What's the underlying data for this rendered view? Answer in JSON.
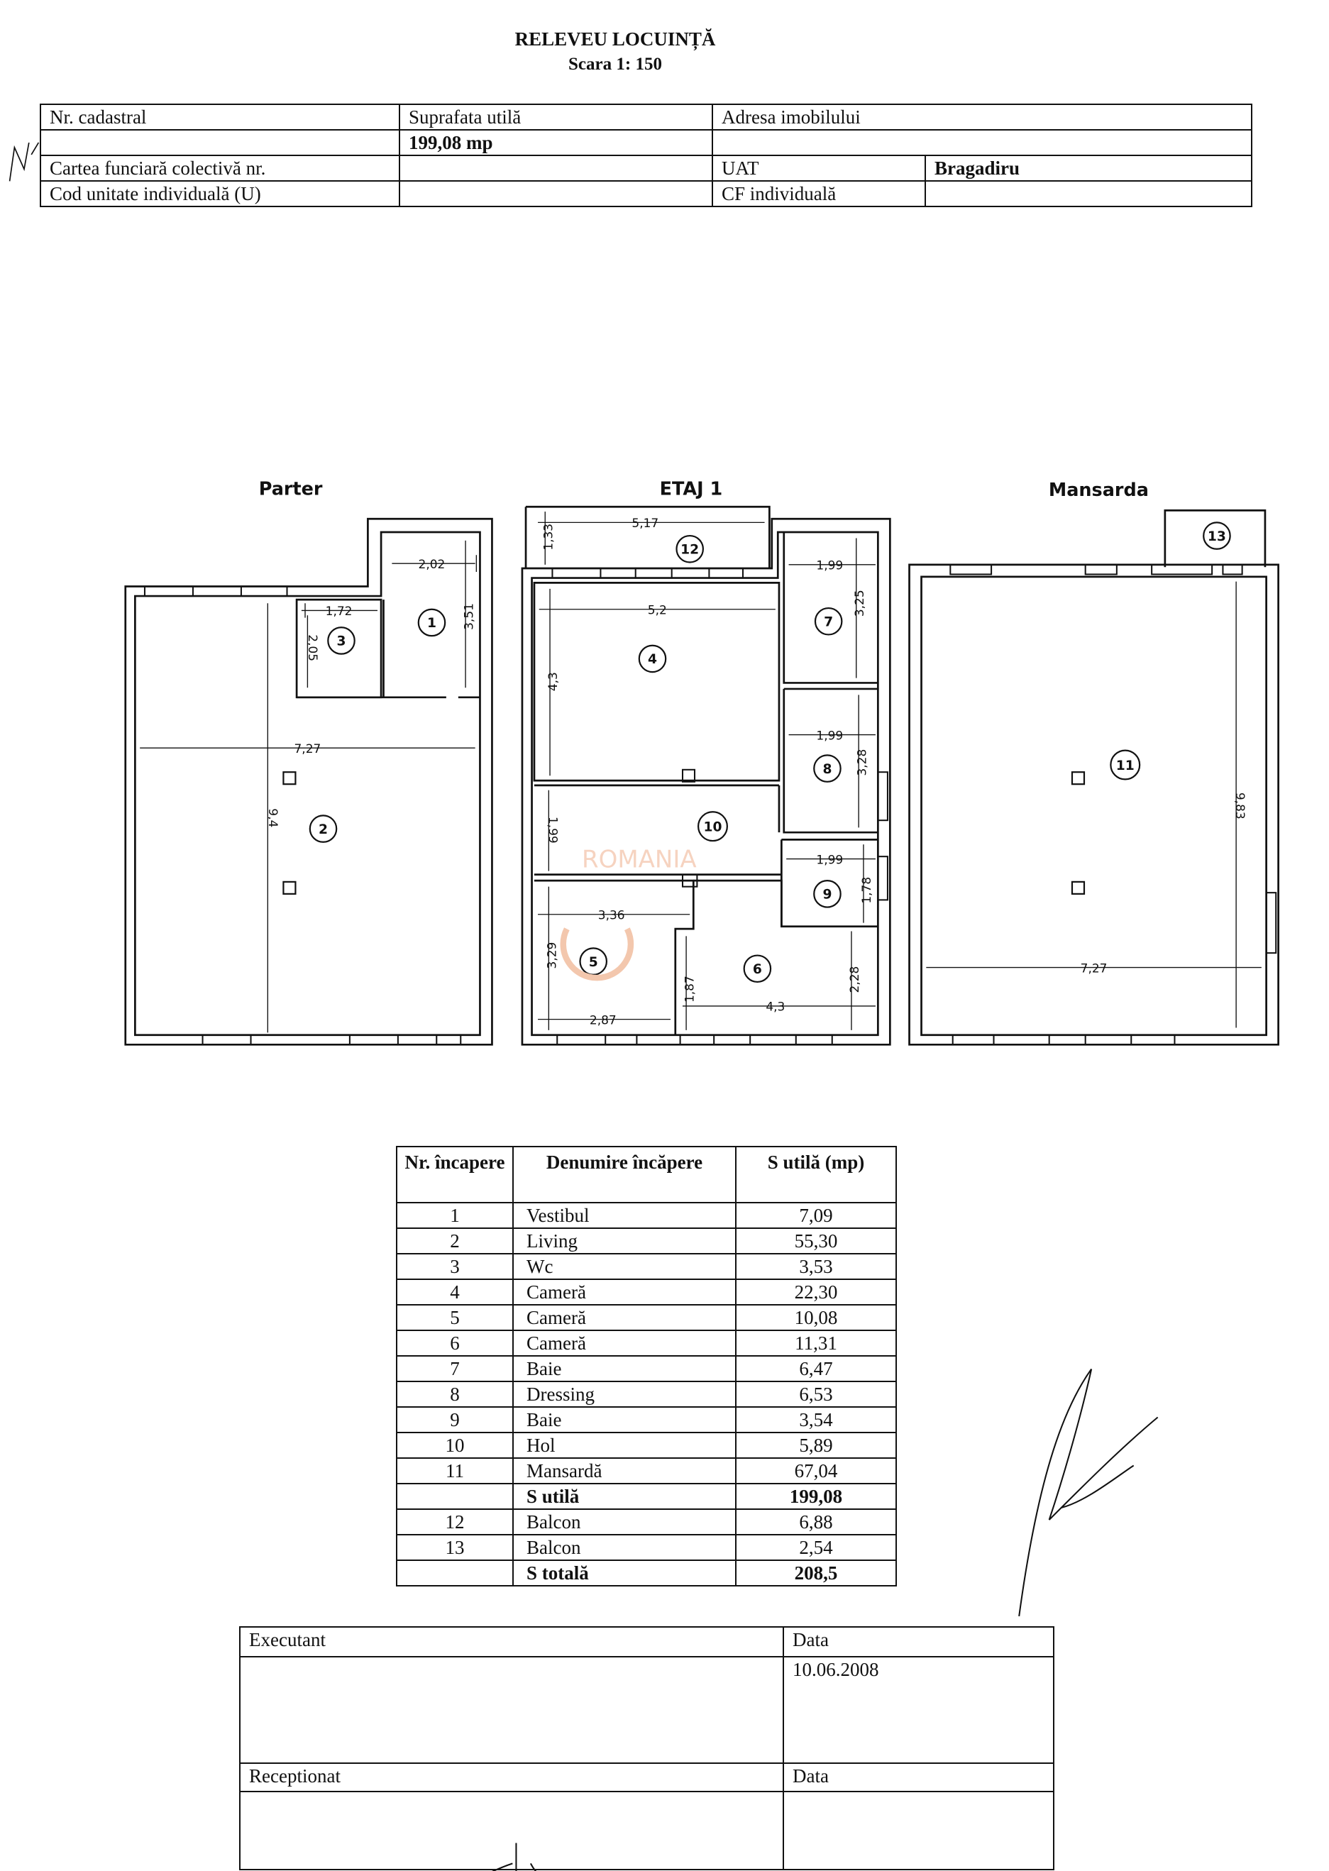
{
  "header": {
    "title": "RELEVEU LOCUINȚĂ",
    "scale": "Scara 1: 150"
  },
  "info": {
    "nr_cadastral_label": "Nr. cadastral",
    "suprafata_label": "Suprafata utilă",
    "suprafata_value": "199,08 mp",
    "adresa_label": "Adresa imobilului",
    "carte_label": "Cartea funciară colectivă nr.",
    "uat_label": "UAT",
    "uat_value": "Bragadiru",
    "cod_label": "Cod unitate individuală (U)",
    "cf_label": "CF individuală"
  },
  "plans": {
    "parter": {
      "title": "Parter",
      "rooms": [
        "1",
        "2",
        "3"
      ],
      "dims": [
        "2,02",
        "3,51",
        "1,72",
        "2,05",
        "7,27",
        "9,4"
      ]
    },
    "etaj1": {
      "title": "ETAJ 1",
      "rooms": [
        "12",
        "4",
        "7",
        "8",
        "10",
        "9",
        "5",
        "6"
      ],
      "dims": [
        "5,17",
        "1,33",
        "5,2",
        "4,3",
        "1,99",
        "3,25",
        "1,99",
        "3,28",
        "1,99",
        "1,99",
        "1,78",
        "3,36",
        "3,29",
        "2,87",
        "1,87",
        "4,3",
        "2,28"
      ]
    },
    "mansarda": {
      "title": "Mansarda",
      "rooms": [
        "13",
        "11"
      ],
      "dims": [
        "9,83",
        "7,27"
      ]
    },
    "watermark": "ROMANIA"
  },
  "rooms_table": {
    "headers": [
      "Nr. încapere",
      "Denumire încăpere",
      "S utilă (mp)"
    ],
    "rows": [
      {
        "nr": "1",
        "name": "Vestibul",
        "area": "7,09"
      },
      {
        "nr": "2",
        "name": "Living",
        "area": "55,30"
      },
      {
        "nr": "3",
        "name": "Wc",
        "area": "3,53"
      },
      {
        "nr": "4",
        "name": "Cameră",
        "area": "22,30"
      },
      {
        "nr": "5",
        "name": "Cameră",
        "area": "10,08"
      },
      {
        "nr": "6",
        "name": "Cameră",
        "area": "11,31"
      },
      {
        "nr": "7",
        "name": "Baie",
        "area": "6,47"
      },
      {
        "nr": "8",
        "name": "Dressing",
        "area": "6,53"
      },
      {
        "nr": "9",
        "name": "Baie",
        "area": "3,54"
      },
      {
        "nr": "10",
        "name": "Hol",
        "area": "5,89"
      },
      {
        "nr": "11",
        "name": "Mansardă",
        "area": "67,04"
      },
      {
        "nr": "",
        "name": "S utilă",
        "area": "199,08"
      },
      {
        "nr": "12",
        "name": "Balcon",
        "area": "6,88"
      },
      {
        "nr": "13",
        "name": "Balcon",
        "area": "2,54"
      },
      {
        "nr": "",
        "name": "S totală",
        "area": "208,5"
      }
    ]
  },
  "signatures": {
    "executant_label": "Executant",
    "data_label": "Data",
    "executant_date": "10.06.2008",
    "receptionat_label": "Receptionat",
    "data_label_2": "Data"
  }
}
